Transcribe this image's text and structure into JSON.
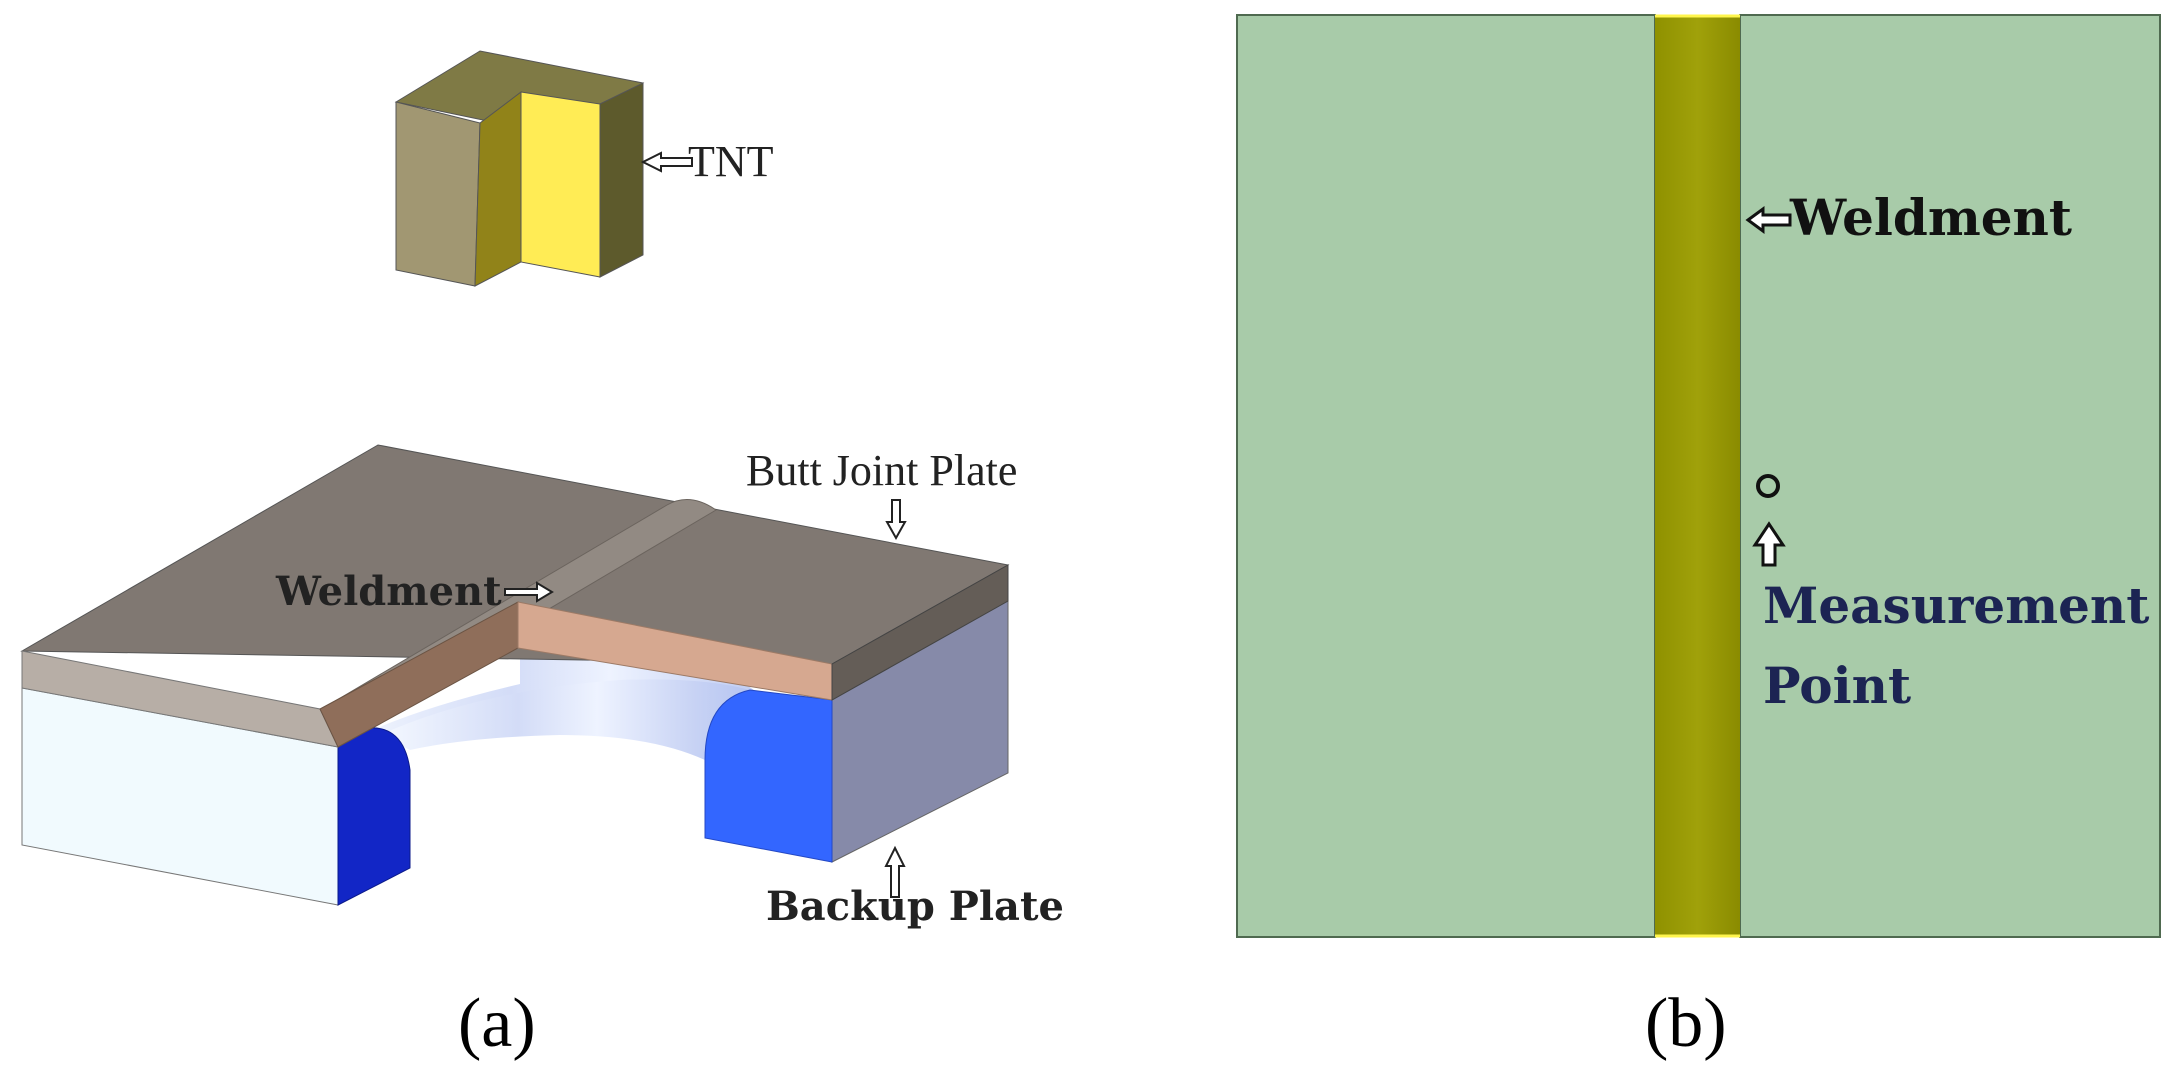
{
  "panel_a": {
    "caption": "(a)",
    "labels": {
      "tnt": "TNT",
      "butt_joint_plate": "Butt Joint Plate",
      "weldment": "Weldment",
      "backup_plate": "Backup Plate"
    }
  },
  "panel_b": {
    "caption": "(b)",
    "labels": {
      "weldment": "Weldment",
      "measurement_line1": "Measurement",
      "measurement_line2": "Point"
    }
  },
  "colors": {
    "plate_top": "#807872",
    "plate_top_dark": "#6e6761",
    "plate_front": "#b7aea6",
    "plate_right": "#645d57",
    "weld_face": "#d6a890",
    "weld_face_dark": "#8f6e5a",
    "backup_front": "#f1fafe",
    "backup_right": "#868aa9",
    "backup_cut_left": "#1226c6",
    "backup_cut_right": "#3366ff",
    "backup_arch": "#dce4fa",
    "tnt_front": "#a19772",
    "tnt_inner": "#918319",
    "tnt_yellow": "#ffec55",
    "tnt_top": "#7f7a45",
    "tnt_right": "#5d5a2c",
    "panel_b_plate": "#a8cba9",
    "panel_b_weld": "#979804",
    "panel_b_weld_highlight": "#fff54d",
    "measurement_text": "#1c2453",
    "outline": "#555555"
  }
}
